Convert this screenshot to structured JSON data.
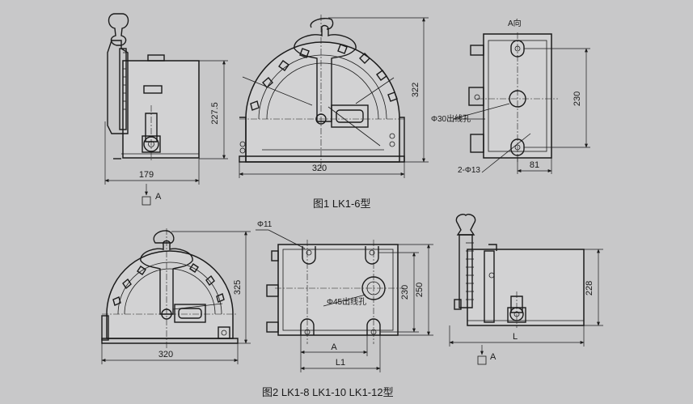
{
  "figure1": {
    "caption": "图1  LK1-6型",
    "side": {
      "width_dim": "179",
      "height_dim": "227.5",
      "view_label": "A"
    },
    "front": {
      "width_dim": "320",
      "height_dim": "322"
    },
    "view_a": {
      "title": "A向",
      "hole_label": "Φ30出线孔",
      "mount_label": "2-Φ13",
      "height_dim": "230",
      "offset_dim": "81"
    }
  },
  "figure2": {
    "caption": "图2  LK1-8  LK1-10  LK1-12型",
    "front": {
      "width_dim": "320",
      "height_dim": "325"
    },
    "plate": {
      "mount_label": "Φ11",
      "hole_label": "Φ45出线孔",
      "inner_dim": "230",
      "outer_dim": "250",
      "a_dim": "A",
      "l1_dim": "L1"
    },
    "side": {
      "height_dim": "228",
      "length_dim": "L",
      "view_label": "A"
    }
  },
  "colors": {
    "background": "#c8c8c9",
    "ink": "#1a1a1a",
    "body_fill": "#d2d2d3"
  },
  "icons": [
    "view-arrow-icon",
    "mounting-hole-icon",
    "handle-knob-icon"
  ]
}
